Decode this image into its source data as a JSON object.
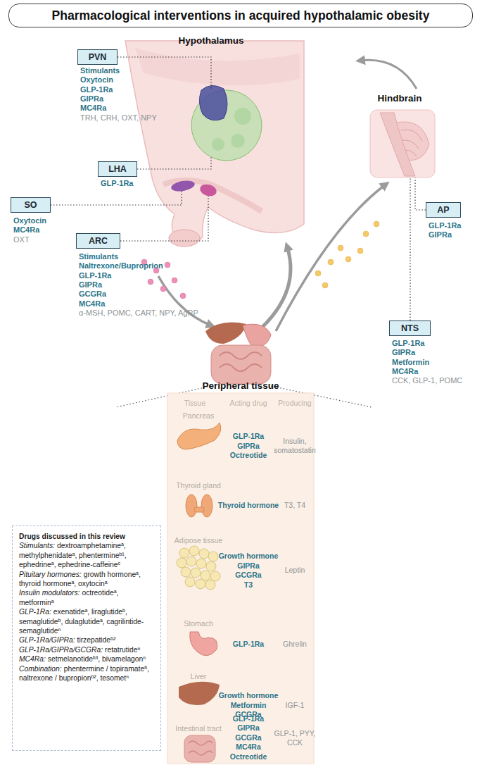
{
  "diagram": {
    "title": "Pharmacological interventions in acquired hypothalamic obesity",
    "nodes": [
      {
        "text": [
          "PVN"
        ]
      },
      {
        "text": [
          "LHA"
        ]
      },
      {
        "text": [
          "SO"
        ]
      },
      {
        "text": [
          "ARC"
        ]
      },
      {
        "text": [
          "AP"
        ]
      },
      {
        "text": [
          "NTS"
        ]
      },
      {
        "text": [
          "Drugs discussed in this review",
          "Stimulants:",
          "dextroamphetamineᵃ, methylphenidateᵃ, phentermineᵇ¹, ephedrineᵃ, ephedrine-caffeineᶜ",
          "Pituitary hormones:",
          "growth hormoneᵃ, thyroid hormoneᵃ, oxytocinᵃ",
          "Insulin modulators:",
          "octreotideᵃ, metforminᵃ",
          "GLP-1Ra:",
          "exenatideᵃ, liraglutideᵇ, semaglutideᵇ, dulaglutideᵃ, cagrilintide-semaglutideⁿ",
          "GLP-1Ra/GIPRa:",
          "tirzepatideᵇ²",
          "GLP-1Ra/GIPRa/GCGRa:",
          "retatrutideⁿ",
          "MC4Ra:",
          "setmelanotideᵇ³, bivamelagonⁿ",
          "Combination:",
          "phentermine / topiramateᵇ, naltrexone / bupropionᵇ², tesometⁿ"
        ]
      }
    ],
    "labels": [
      "Hypothalamus",
      "Hindbrain",
      "Stimulants",
      "Oxytocin",
      "GLP-1Ra",
      "GIPRa",
      "MC4Ra",
      "TRH, CRH, OXT, NPY",
      "GLP-1Ra",
      "Oxytocin",
      "MC4Ra",
      "OXT",
      "Stimulants",
      "Naltrexone/Buproprion",
      "GLP-1Ra",
      "GIPRa",
      "GCGRa",
      "MC4Ra",
      "α-MSH, POMC, CART, NPY, AgRP",
      "GLP-1Ra",
      "GIPRa",
      "GLP-1Ra",
      "GIPRa",
      "Metformin",
      "MC4Ra",
      "CCK, GLP-1, POMC",
      "Peripheral tissue",
      "Tissue",
      "Acting drug",
      "Producing",
      "Pancreas",
      "GLP-1Ra",
      "GIPRa",
      "Octreotide",
      "Insulin, somatostatin",
      "Thyroid gland",
      "Thyroid hormone",
      "T3, T4",
      "Adipose tissue",
      "Growth hormone",
      "GIPRa",
      "GCGRa",
      "T3",
      "Leptin",
      "Stomach",
      "GLP-1Ra",
      "Ghrelin",
      "Liver",
      "Growth hormone",
      "Metformin",
      "GCGRa",
      "IGF-1",
      "Intestinal tract",
      "GLP-1Ra",
      "GIPRa",
      "GCGRa",
      "MC4Ra",
      "Octreotide",
      "GLP-1, PYY, CCK"
    ]
  }
}
